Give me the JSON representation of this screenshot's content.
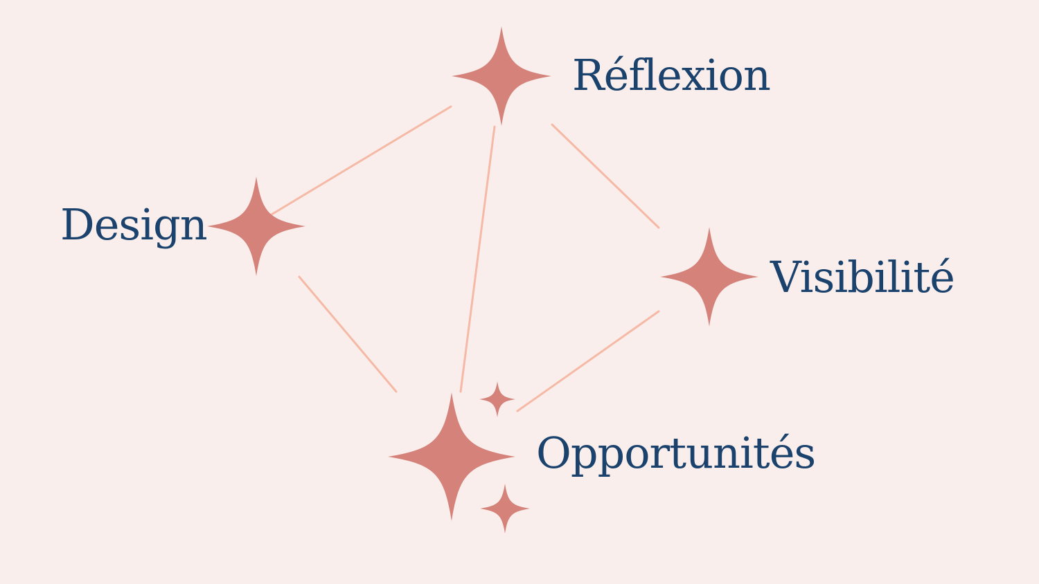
{
  "colors": {
    "background": "#f9eeeb",
    "sparkle": "#d4827a",
    "connector": "#f5b9a6",
    "text": "#1b426d"
  },
  "nodes": [
    {
      "id": "reflexion",
      "label": "Réflexion",
      "icon": "sparkle-icon"
    },
    {
      "id": "design",
      "label": "Design",
      "icon": "sparkle-icon"
    },
    {
      "id": "visibilite",
      "label": "Visibilité",
      "icon": "sparkle-icon"
    },
    {
      "id": "opportunites",
      "label": "Opportunités",
      "icon": "sparkle-icon"
    }
  ],
  "edges": [
    {
      "from": "design",
      "to": "reflexion"
    },
    {
      "from": "reflexion",
      "to": "visibilite"
    },
    {
      "from": "reflexion",
      "to": "opportunites"
    },
    {
      "from": "design",
      "to": "opportunites"
    },
    {
      "from": "visibilite",
      "to": "opportunites"
    }
  ]
}
